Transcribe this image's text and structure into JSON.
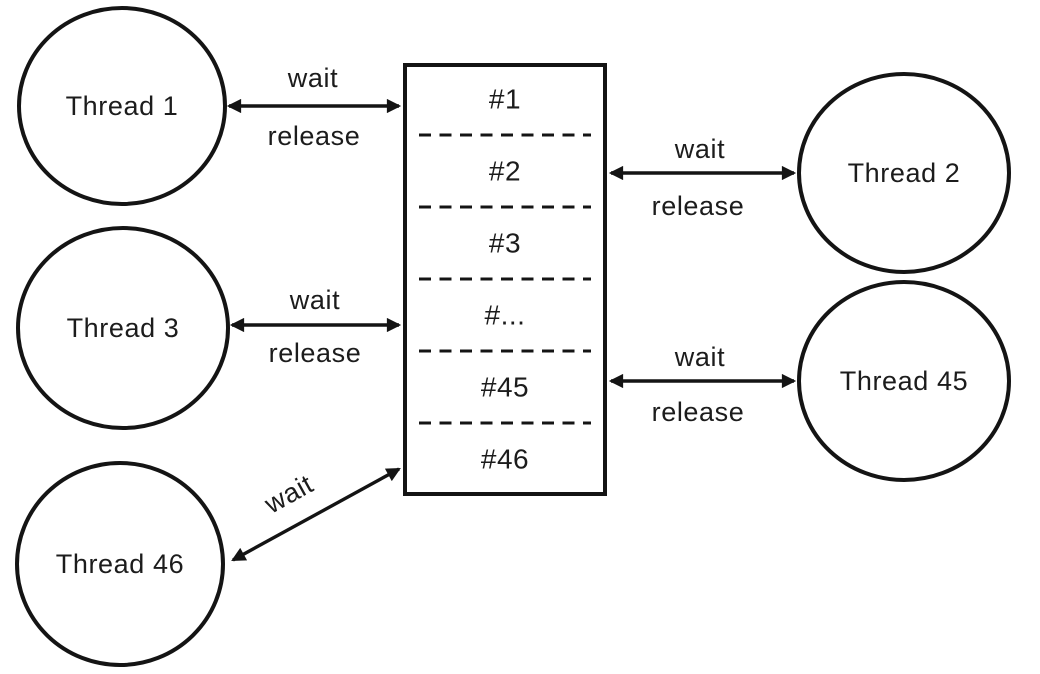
{
  "diagram": {
    "background_color": "#ffffff",
    "line_color": "#141414",
    "text_color": "#1c1c1c",
    "threads": {
      "t1": {
        "label": "Thread 1"
      },
      "t2": {
        "label": "Thread 2"
      },
      "t3": {
        "label": "Thread 3"
      },
      "t45": {
        "label": "Thread 45"
      },
      "t46": {
        "label": "Thread 46"
      }
    },
    "semaphore_slots": [
      "#1",
      "#2",
      "#3",
      "#...",
      "#45",
      "#46"
    ],
    "edges": {
      "t1": {
        "wait": "wait",
        "release": "release"
      },
      "t2": {
        "wait": "wait",
        "release": "release"
      },
      "t3": {
        "wait": "wait",
        "release": "release"
      },
      "t45": {
        "wait": "wait",
        "release": "release"
      },
      "t46": {
        "wait": "wait"
      }
    }
  }
}
